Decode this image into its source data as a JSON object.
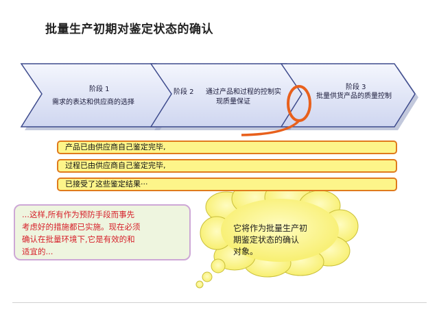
{
  "title": "批量生产初期对鉴定状态的确认",
  "stages": [
    {
      "label": "阶段 1",
      "description": "需求的表达和供应商的选择"
    },
    {
      "label": "阶段 2",
      "description_line1": "通过产品和过程的控制实",
      "description_line2": "现质量保证"
    },
    {
      "label": "阶段 3",
      "description": "批量供货产品的质量控制"
    }
  ],
  "bars": [
    "产品已由供应商自己鉴定完毕,",
    "过程已由供应商自己鉴定完毕,",
    "已接受了这些鉴定结果···"
  ],
  "note": {
    "line1": "...这样,所有作为预防手段而事先",
    "line2": "考虑好的措施都已实施。现在必须",
    "line3": "确认在批量环境下,它是有效的和",
    "line4": "适宜的..."
  },
  "cloud": {
    "line1": "它将作为批量生产初",
    "line2": "期鉴定状态的确认",
    "line3": "对象。"
  },
  "colors": {
    "arrow_fill": "#dfe4f6",
    "arrow_stroke": "#3d4a8c",
    "bar_fill": "#fdf58a",
    "bar_border": "#e07a1c",
    "highlight": "#e8601c",
    "note_text": "#d6202a",
    "cloud_fill": "#fdf78a"
  }
}
